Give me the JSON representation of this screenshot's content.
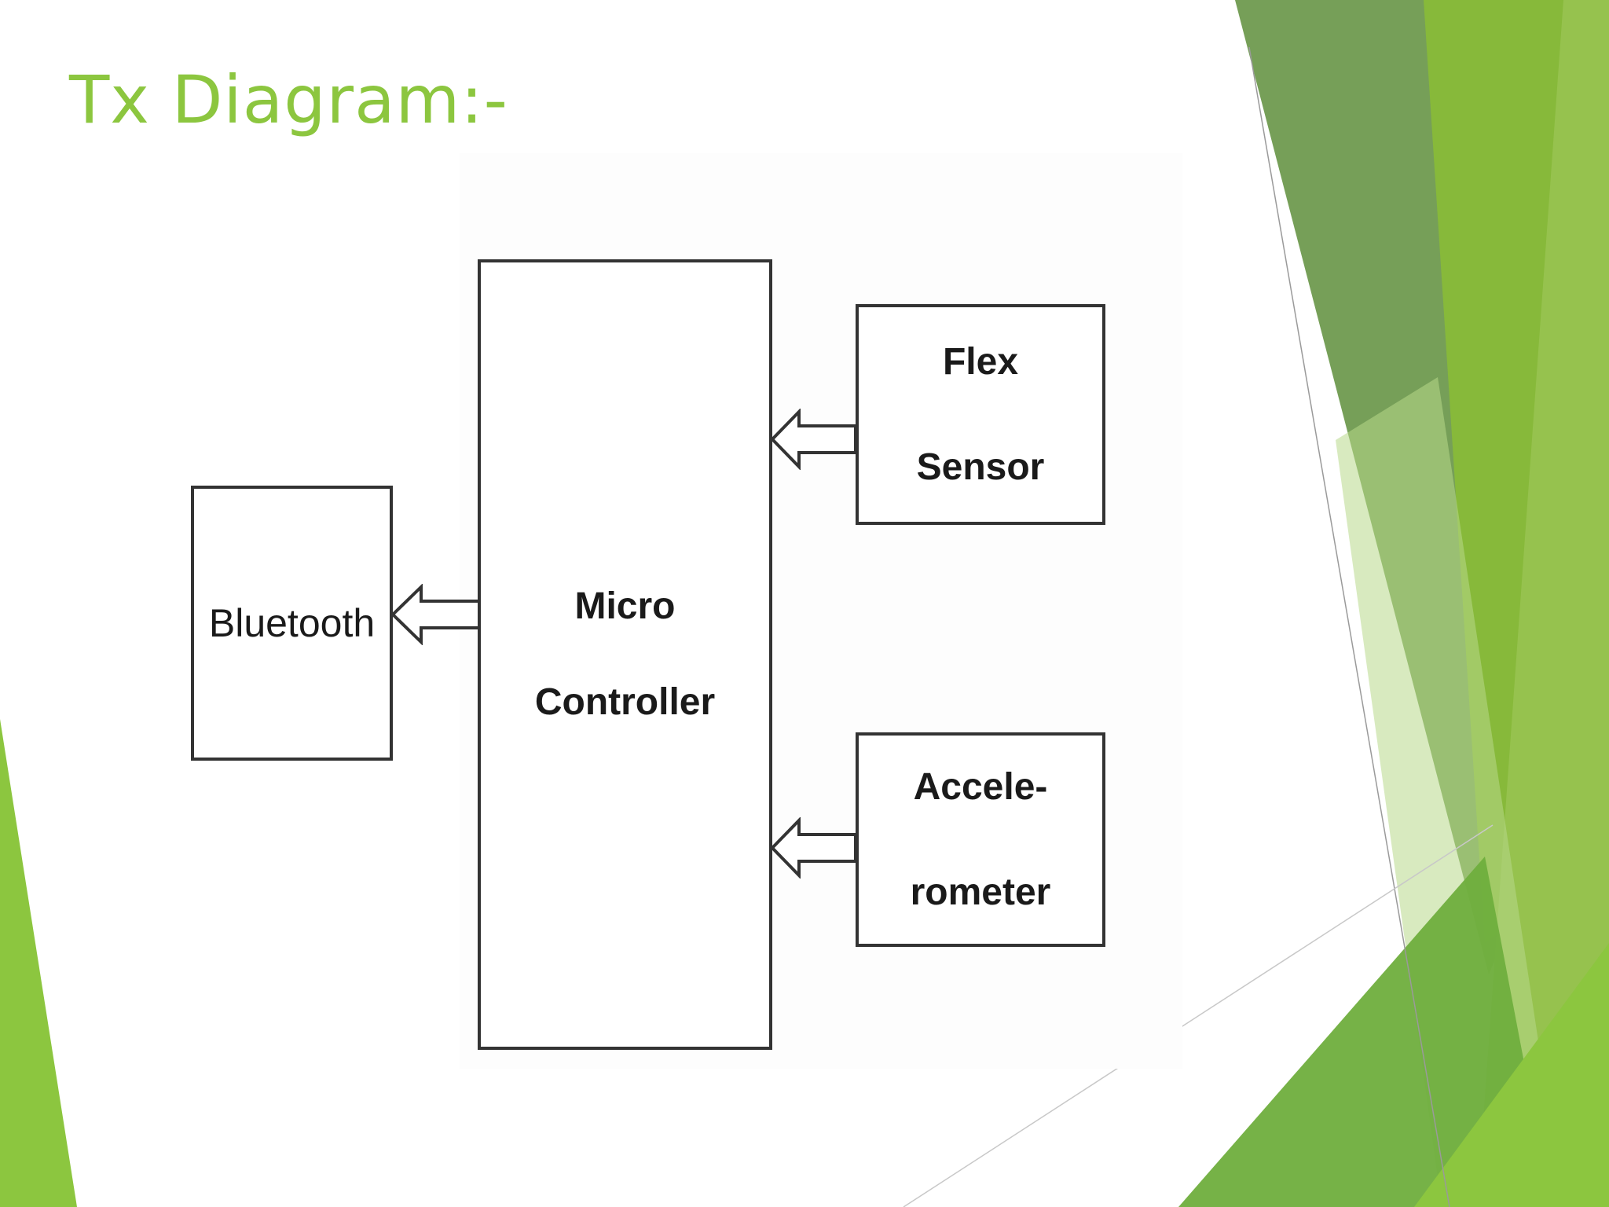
{
  "slide": {
    "title": "Tx Diagram:-"
  },
  "blocks": {
    "bluetooth": {
      "label": "Bluetooth"
    },
    "micro_controller": {
      "line1": "Micro",
      "line2": "Controller"
    },
    "flex_sensor": {
      "line1": "Flex",
      "line2": "Sensor"
    },
    "accelerometer": {
      "line1": "Accele-",
      "line2": "rometer"
    }
  },
  "colors": {
    "title": "#8cc63f",
    "accent_light": "#8cc63f",
    "accent_dark": "#6a9a42",
    "block_border": "#333333"
  }
}
